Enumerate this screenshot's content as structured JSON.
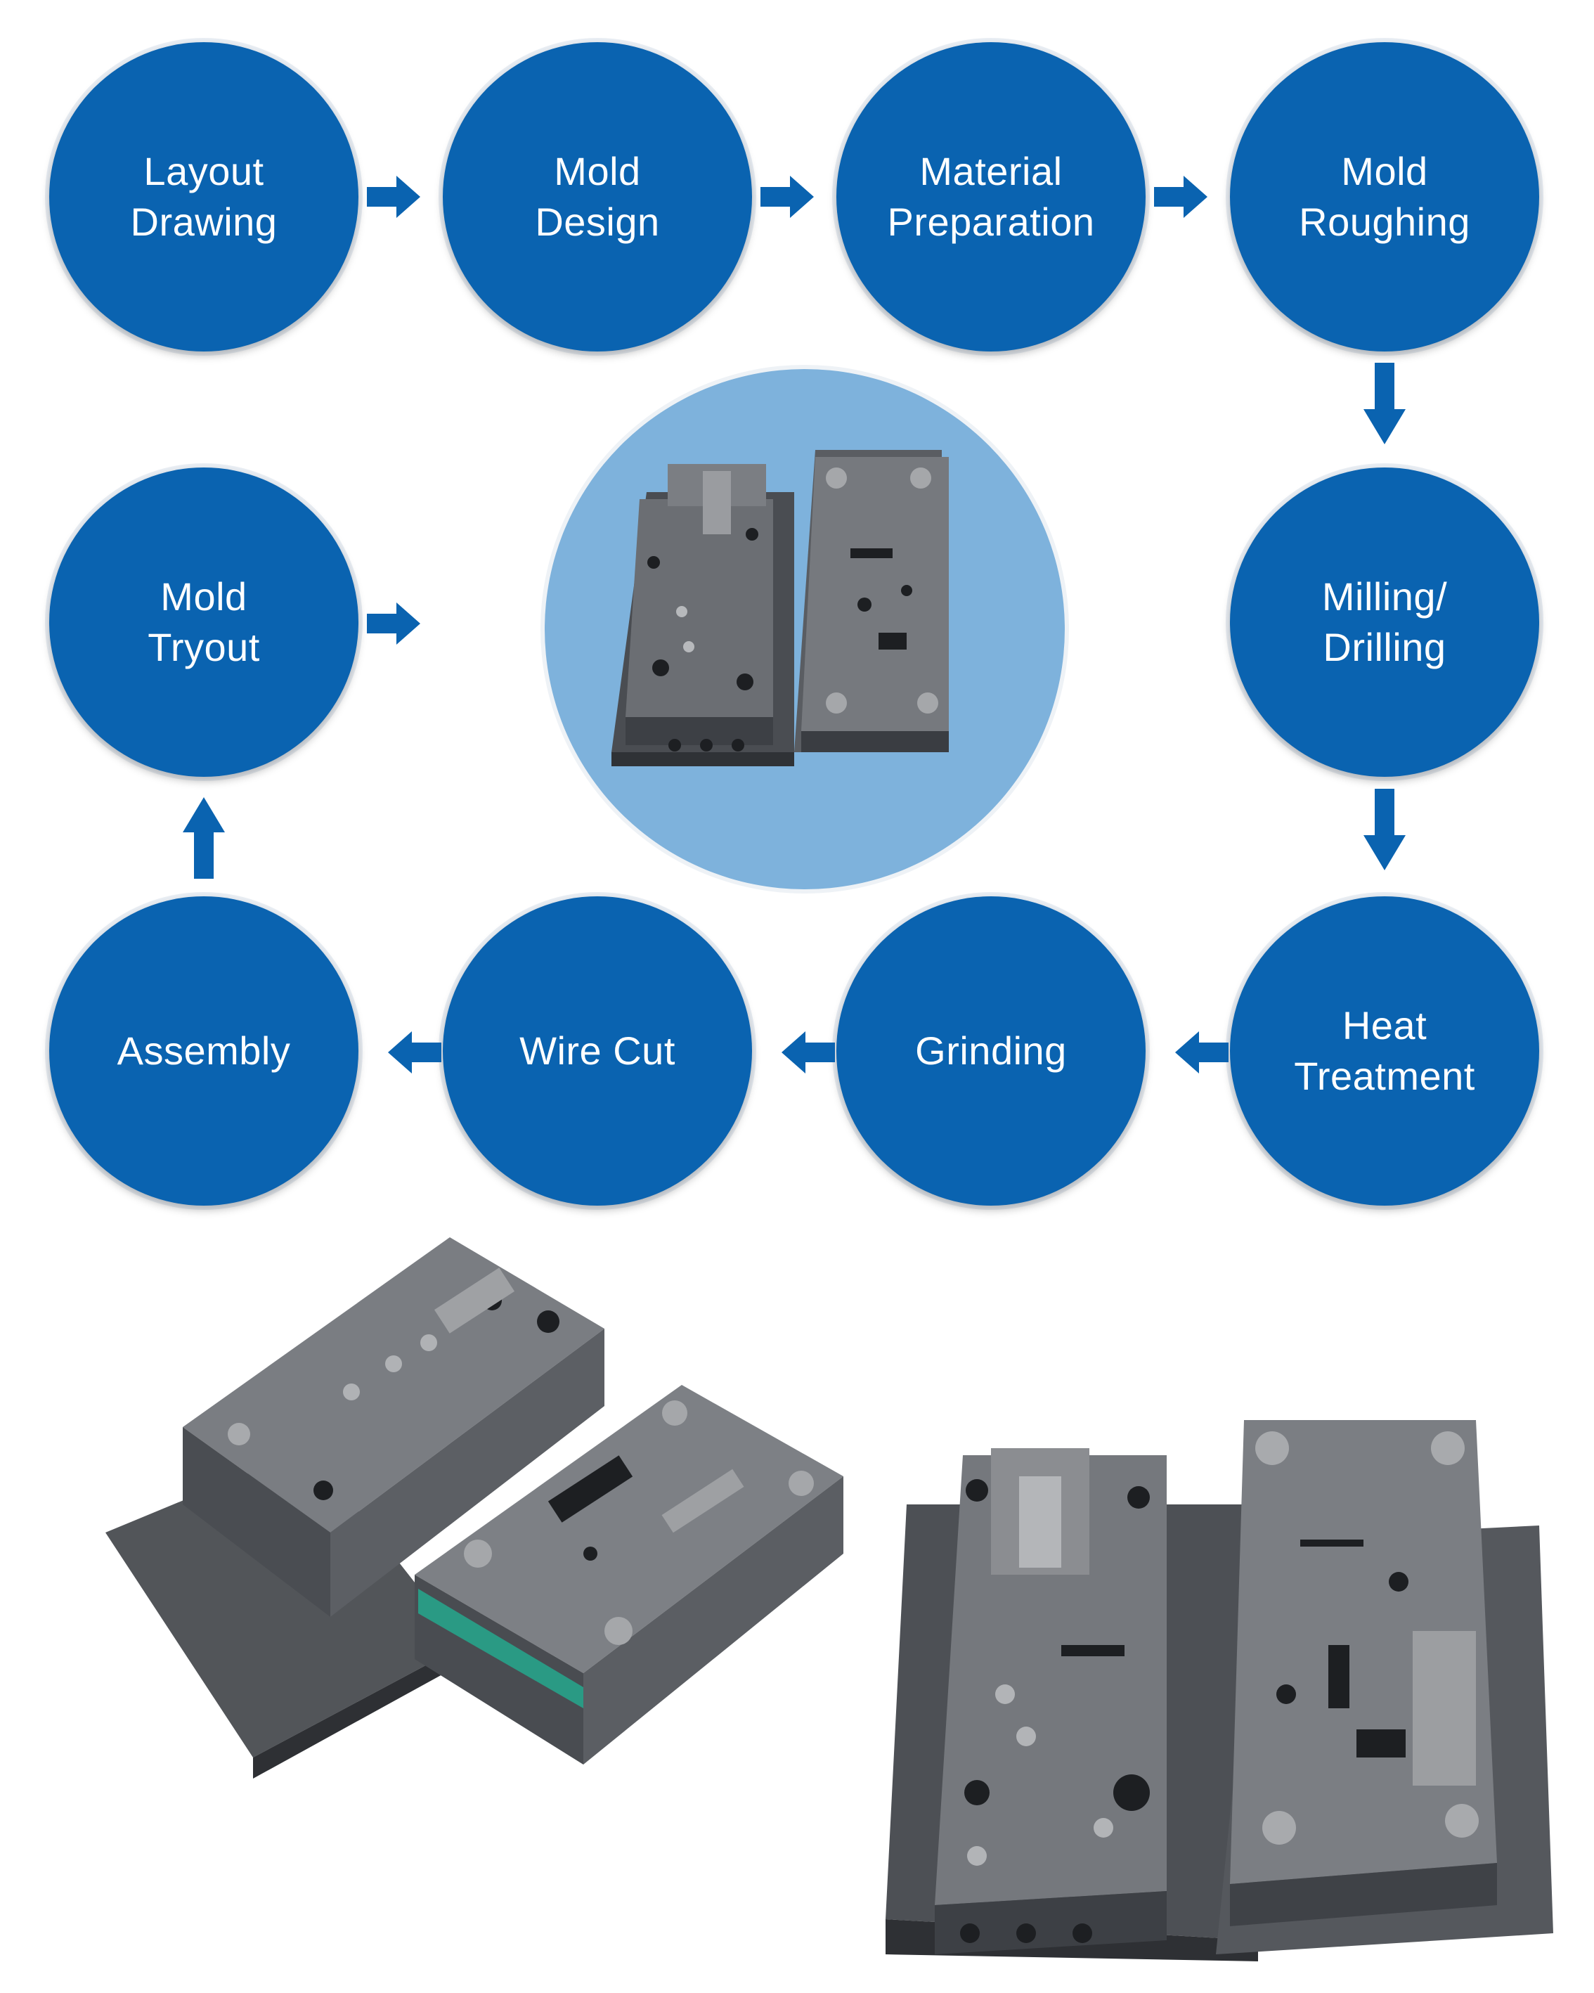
{
  "process": {
    "steps": [
      {
        "label": "Layout\nDrawing"
      },
      {
        "label": "Mold\nDesign"
      },
      {
        "label": "Material\nPreparation"
      },
      {
        "label": "Mold\nRoughing"
      },
      {
        "label": "Milling/\nDrilling"
      },
      {
        "label": "Heat\nTreatment"
      },
      {
        "label": "Grinding"
      },
      {
        "label": "Wire Cut"
      },
      {
        "label": "Assembly"
      },
      {
        "label": "Mold\nTryout"
      }
    ]
  },
  "colors": {
    "step_fill": "#0a63b0",
    "arrow": "#0a63b0",
    "center_disc": "#7eb2dc",
    "label_text": "#ffffff"
  },
  "icons": {
    "arrow": "arrow-icon",
    "mold": "stamping-mold-photo"
  }
}
